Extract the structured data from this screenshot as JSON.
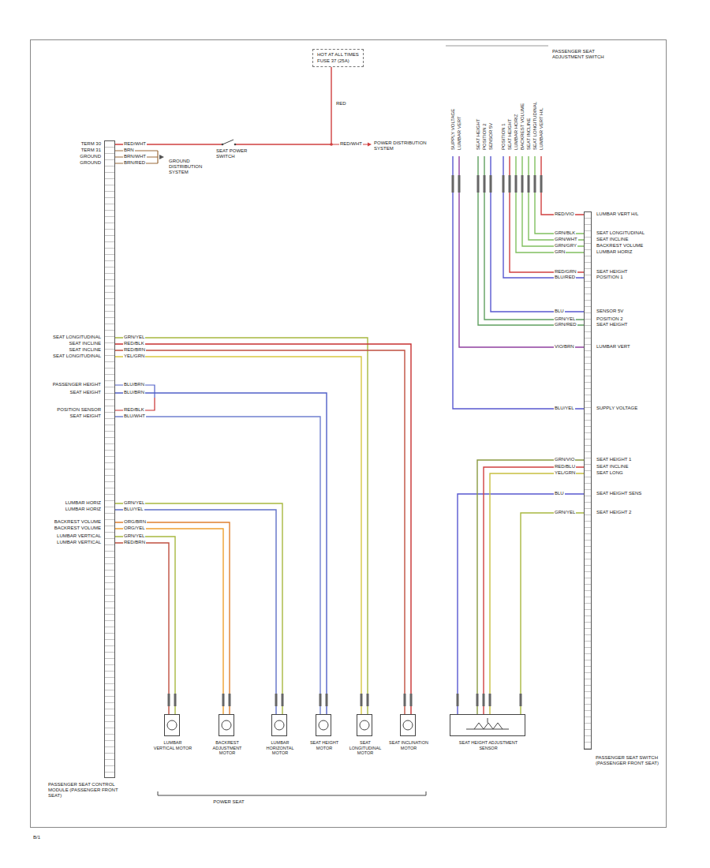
{
  "diagram": {
    "nodes": [
      {
        "text": [
          "PASSENGER SEAT CONTROL MODULE (PASSENGER FRONT SEAT)"
        ]
      },
      {
        "text": [
          "PASSENGER SEAT SWITCH (PASSENGER FRONT SEAT)"
        ]
      },
      {
        "text": [
          "HOT AT ALL TIMES",
          "FUSE 37 (25A)"
        ]
      },
      {
        "text": [
          "LUMBAR VERTICAL MOTOR"
        ]
      },
      {
        "text": [
          "BACKREST ADJUSTMENT MOTOR"
        ]
      },
      {
        "text": [
          "LUMBAR HORIZONTAL MOTOR"
        ]
      },
      {
        "text": [
          "SEAT HEIGHT MOTOR"
        ]
      },
      {
        "text": [
          "SEAT LONGITUDINAL MOTOR"
        ]
      },
      {
        "text": [
          "SEAT INCLINATION MOTOR"
        ]
      },
      {
        "text": [
          "SEAT HEIGHT ADJUSTMENT SENSOR"
        ]
      }
    ],
    "edges": [
      {
        "from": 2,
        "to": 0,
        "arrow": "none"
      },
      {
        "from": 0,
        "to": 3,
        "arrow": "none"
      },
      {
        "from": 0,
        "to": 4,
        "arrow": "none"
      },
      {
        "from": 0,
        "to": 5,
        "arrow": "none"
      },
      {
        "from": 0,
        "to": 6,
        "arrow": "none"
      },
      {
        "from": 0,
        "to": 7,
        "arrow": "none"
      },
      {
        "from": 0,
        "to": 8,
        "arrow": "none"
      },
      {
        "from": 1,
        "to": 9,
        "arrow": "none"
      }
    ],
    "labels": [
      "PASSENGER SEAT ADJUSTMENT SWITCH",
      "RED",
      "RED/WHT",
      "POWER DISTRIBUTION SYSTEM",
      "RED/WHT",
      "TERM 30",
      "TERM 31",
      "GROUND",
      "GROUND",
      "BRN",
      "BRN/WHT",
      "BRN/RED",
      "GROUND DISTRIBUTION SYSTEM",
      "SEAT POWER SWITCH",
      "SEAT LONGITUDINAL",
      "SEAT INCLINE",
      "SEAT INCLINE",
      "SEAT LONGITUDINAL",
      "PASSENGER HEIGHT",
      "SEAT HEIGHT",
      "POSITION SENSOR",
      "SEAT HEIGHT",
      "LUMBAR HORIZ",
      "LUMBAR HORIZ",
      "BACKREST VOLUME",
      "BACKREST VOLUME",
      "LUMBAR VERTICAL",
      "LUMBAR VERTICAL",
      "GRN/YEL",
      "RED/BLK",
      "RED/BRN",
      "YEL/GRN",
      "BLU/BRN",
      "BLU/BRN",
      "RED/BLK",
      "BLU/WHT",
      "GRN/YEL",
      "BLU/YEL",
      "ORG/BRN",
      "ORG/YEL",
      "GRN/YEL",
      "RED/BRN",
      "LUMBAR VERT H/L",
      "SEAT LONGITUDINAL",
      "SEAT INCLINE",
      "BACKREST VOLUME",
      "LUMBAR HORIZ",
      "SEAT HEIGHT",
      "POSITION 1",
      "SENSOR 5V",
      "POSITION 2",
      "SEAT HEIGHT",
      "LUMBAR VERT",
      "SUPPLY VOLTAGE",
      "SEAT HEIGHT 1",
      "SEAT INCLINE",
      "SEAT LONG",
      "SEAT HEIGHT SENS",
      "SEAT HEIGHT 2",
      "RED/VIO",
      "GRN/BLK",
      "GRN/WHT",
      "GRN/GRY",
      "GRN",
      "RED/GRN",
      "BLU/RED",
      "BLU",
      "GRN/YEL",
      "GRN/RED",
      "VIO/BRN",
      "BLU/YEL",
      "GRN/VIO",
      "RED/BLU",
      "YEL/GRN",
      "BLU",
      "GRN/YEL",
      "SUPPLY VOLTAGE",
      "LUMBAR VERT",
      "SEAT HEIGHT",
      "POSITION 2",
      "SENSOR 5V",
      "POSITION 1",
      "SEAT HEIGHT",
      "LUMBAR HORIZ",
      "BACKREST VOLUME",
      "SEAT INCLINE",
      "SEAT LONGITUDINAL",
      "LUMBAR VERT H/L",
      "POWER SEAT",
      "B/1"
    ]
  }
}
